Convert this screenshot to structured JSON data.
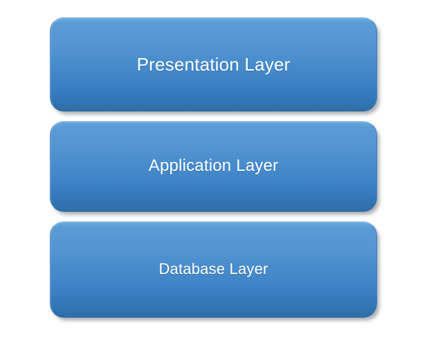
{
  "diagram": {
    "type": "layered-architecture",
    "background_color": "#ffffff",
    "layers": [
      {
        "id": "presentation",
        "label": "Presentation Layer",
        "order": 1,
        "fill_top_color": "#5b9bd5",
        "fill_bottom_color": "#2f6ea9",
        "text_color": "#ffffff"
      },
      {
        "id": "application",
        "label": "Application Layer",
        "order": 2,
        "fill_top_color": "#5b9bd5",
        "fill_bottom_color": "#2f6ea9",
        "text_color": "#ffffff"
      },
      {
        "id": "database",
        "label": "Database Layer",
        "order": 3,
        "fill_top_color": "#5b9bd5",
        "fill_bottom_color": "#2f6ea9",
        "text_color": "#ffffff"
      }
    ]
  }
}
